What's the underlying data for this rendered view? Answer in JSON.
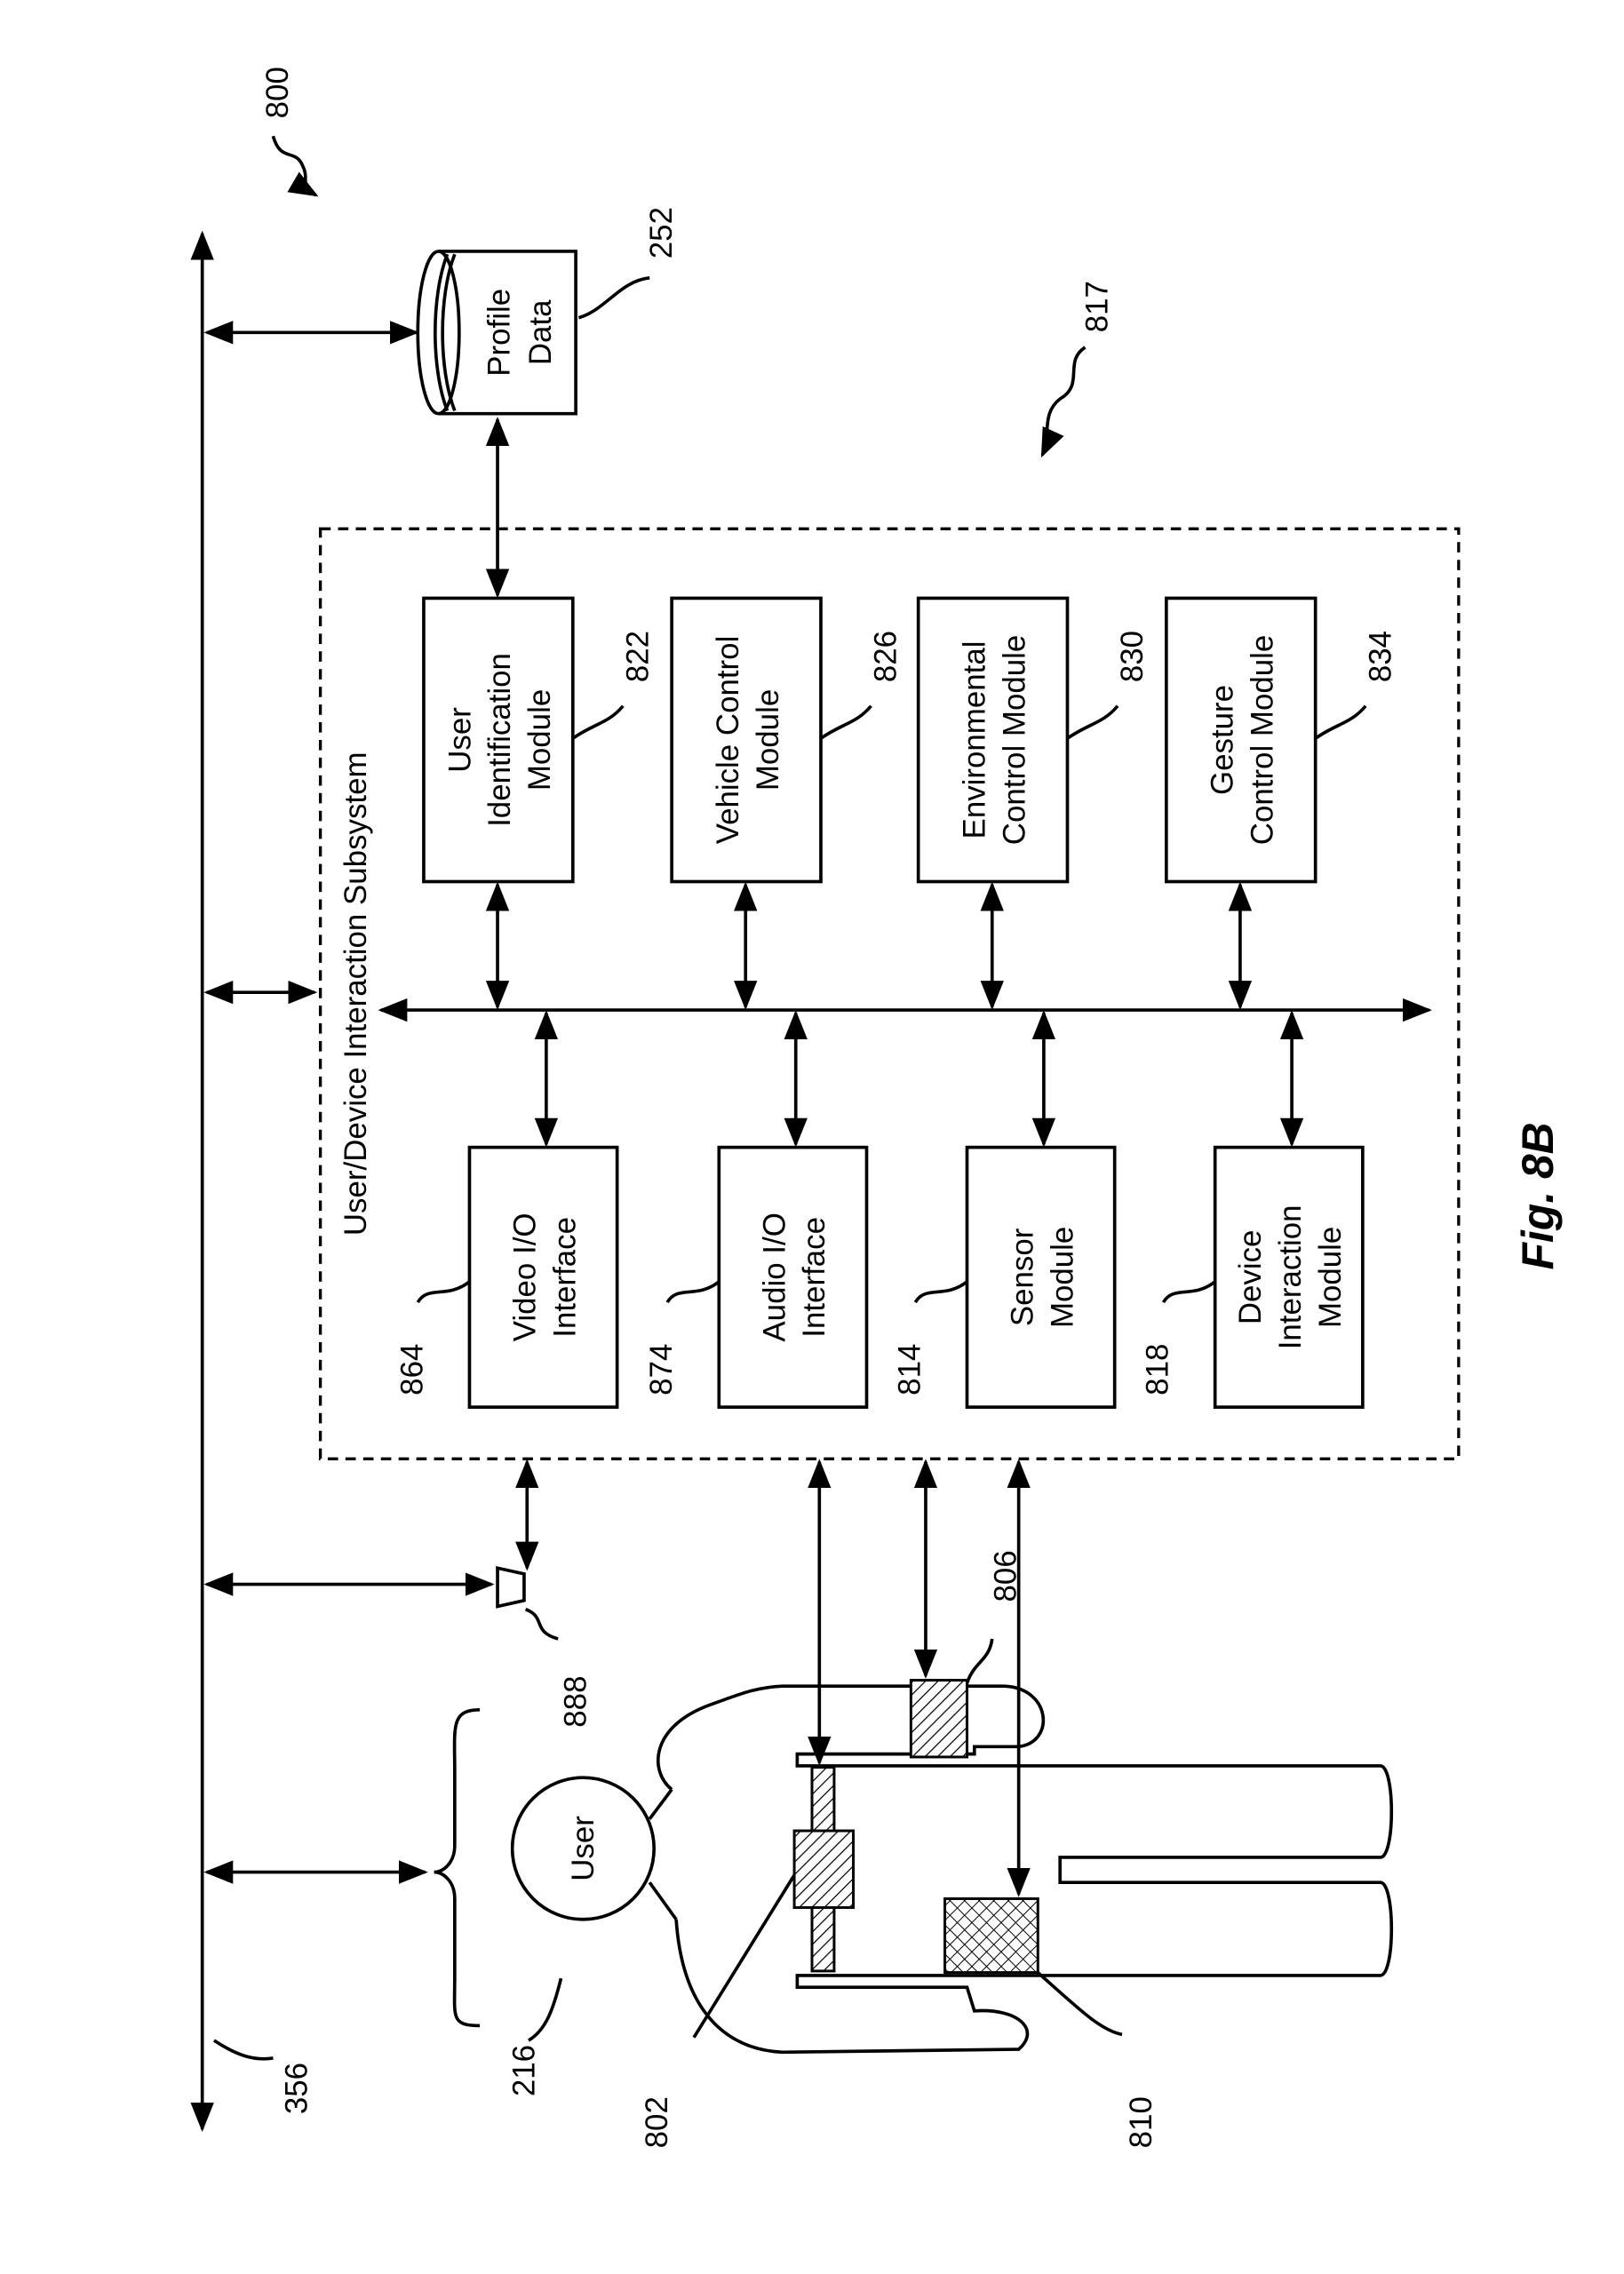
{
  "figure_label": "Fig. 8B",
  "refs": {
    "system": "800",
    "bus": "356",
    "profile_data_ref": "252",
    "subsystem_ref": "817",
    "user_ref": "216",
    "device_888": "888",
    "device_802": "802",
    "device_806": "806",
    "device_810": "810"
  },
  "profile_data": {
    "line1": "Profile",
    "line2": "Data"
  },
  "subsystem_title": "User/Device Interaction Subsystem",
  "user_label": "User",
  "top_modules": [
    {
      "lines": [
        "User",
        "Identification",
        "Module"
      ],
      "ref": "822"
    },
    {
      "lines": [
        "Vehicle Control",
        "Module"
      ],
      "ref": "826"
    },
    {
      "lines": [
        "Environmental",
        "Control Module"
      ],
      "ref": "830"
    },
    {
      "lines": [
        "Gesture",
        "Control Module"
      ],
      "ref": "834"
    }
  ],
  "bottom_modules": [
    {
      "lines": [
        "Video I/O",
        "Interface"
      ],
      "ref": "864"
    },
    {
      "lines": [
        "Audio I/O",
        "Interface"
      ],
      "ref": "874"
    },
    {
      "lines": [
        "Sensor",
        "Module"
      ],
      "ref": "814"
    },
    {
      "lines": [
        "Device",
        "Interaction",
        "Module"
      ],
      "ref": "818"
    }
  ]
}
